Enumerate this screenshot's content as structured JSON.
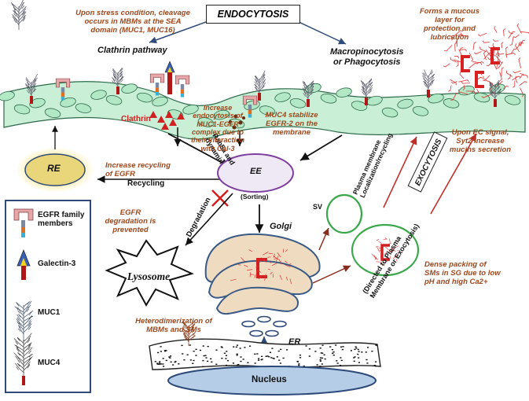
{
  "title": "ENDOCYTOSIS",
  "pathways": {
    "clathrin": "Clathrin pathway",
    "macro": "Macropinocytosis\nor Phagocytosis"
  },
  "annotations": {
    "stress_cleavage": "Upon stress condition, cleavage\noccurs in MBMs at the SEA\ndomain (MUC1, MUC16)",
    "mucous_layer": "Forms a mucous\nlayer for\nprotection and\nlubrication",
    "clathrin_label": "Clathrin",
    "increase_endocytosis": "Increase\nendocytosis of\nMUC1-EGFR\ncomplex due to\ntheir interaction\nwith Gal-3",
    "muc4_stabilize": "MUC4 stabilize\nEGFR-2 on the\nmembrane",
    "rab5a": "Rab5a and\ndynamin",
    "increase_recycling": "Increase recycling\nof EGFR",
    "recycling": "Recycling",
    "ee": "EE",
    "re": "RE",
    "sorting": "(Sorting)",
    "plasma_localization": "Plasma membrane\nLocalization/recycling",
    "exocytosis": "EXOCYTOSIS",
    "ec_signal": "Upon EC signal,\nSyt2 increase\nmucins secretion",
    "egfr_degradation": "EGFR\ndegradation is\nprevented",
    "degradation": "Degradation",
    "golgi": "Golgi",
    "sv": "SV",
    "directed": "(Directed to Plasma\nMembrane or Exocytosis)",
    "dense_packing": "Dense packing of\nSMs in SG due to low\npH and high Ca2+",
    "lysosome": "Lysosome",
    "heterodimerization": "Heterodimerization of\nMBMs and SMs",
    "er": "ER",
    "nucleus": "Nucleus"
  },
  "legend": {
    "items": [
      {
        "label": "EGFR family\nmembers",
        "icon": "egfr-icon"
      },
      {
        "label": "Galectin-3",
        "icon": "galectin-icon"
      },
      {
        "label": "MUC1",
        "icon": "muc1-icon"
      },
      {
        "label": "MUC4",
        "icon": "muc4-icon"
      }
    ]
  },
  "colors": {
    "membrane_fill": "#c9f0d6",
    "membrane_stroke": "#2e6a4a",
    "annotation": "#a0471b",
    "arrow_red": "#c0302a",
    "arrow_dark": "#8a2a1a",
    "legend_border": "#2e4a7a",
    "nucleus_fill": "#b5cde6",
    "golgi_fill": "#efdcc0",
    "re_glow": "#f4e066"
  }
}
